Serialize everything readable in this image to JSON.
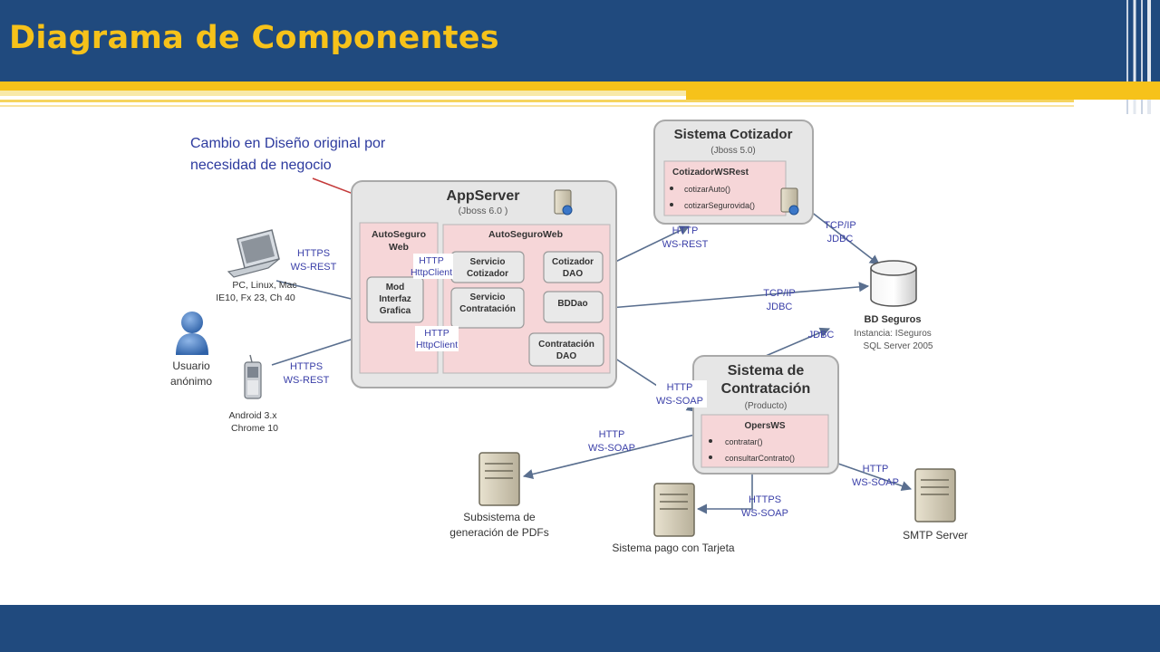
{
  "page": {
    "title": "Diagrama de Componentes"
  },
  "diagram": {
    "note": {
      "line1": "Cambio en Diseño original por",
      "line2": "necesidad de negocio"
    },
    "clients": {
      "pc_label1": "PC, Linux, Mac",
      "pc_label2": "IE10, Fx 23, Ch 40",
      "user_label1": "Usuario",
      "user_label2": "anónimo",
      "phone_label1": "Android 3.x",
      "phone_label2": "Chrome 10"
    },
    "appserver": {
      "title": "AppServer",
      "subtitle": "(Jboss 6.0 )",
      "left_group_line1": "AutoSeguro",
      "left_group_line2": "Web",
      "right_group": "AutoSeguroWeb",
      "mod_line1": "Mod",
      "mod_line2": "Interfaz",
      "mod_line3": "Grafica",
      "servicio_cotizador_line1": "Servicio",
      "servicio_cotizador_line2": "Cotizador",
      "servicio_contratacion_line1": "Servicio",
      "servicio_contratacion_line2": "Contratación",
      "cotizador_dao_line1": "Cotizador",
      "cotizador_dao_line2": "DAO",
      "bddao": "BDDao",
      "contratacion_dao_line1": "Contratación",
      "contratacion_dao_line2": "DAO"
    },
    "cotizador": {
      "title": "Sistema Cotizador",
      "subtitle": "(Jboss 5.0)",
      "ws": "CotizadorWSRest",
      "method1": "cotizarAuto()",
      "method2": "cotizarSegurovida()"
    },
    "contratacion": {
      "title_line1": "Sistema de",
      "title_line2": "Contratación",
      "subtitle": "(Producto)",
      "ws": "OpersWS",
      "method1": "contratar()",
      "method2": "consultarContrato()"
    },
    "bd": {
      "title": "BD Seguros",
      "line2": "Instancia: ISeguros",
      "line3": "SQL Server 2005"
    },
    "servers": {
      "pdf_line1": "Subsistema de",
      "pdf_line2": "generación de PDFs",
      "pago": "Sistema pago con Tarjeta",
      "smtp": "SMTP Server"
    },
    "protocols": {
      "https": "HTTPS",
      "http": "HTTP",
      "ws_rest": "WS-REST",
      "ws_soap": "WS-SOAP",
      "httpclient": "HttpClient",
      "tcpip": "TCP/IP",
      "jdbc": "JDBC"
    },
    "colors": {
      "connector": "#5a6f8f",
      "protocol_text": "#3a3fa8",
      "note_arrow": "#c43a3a",
      "group_fill": "#f6d6d8"
    }
  }
}
